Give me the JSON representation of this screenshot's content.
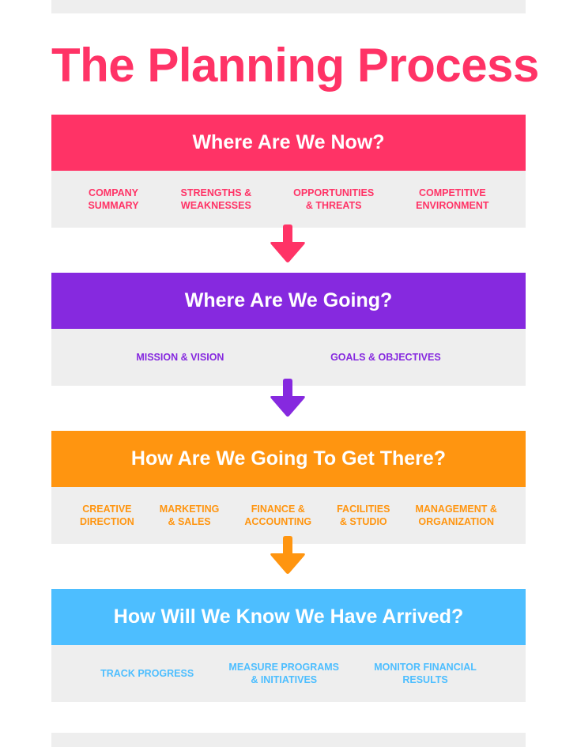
{
  "title": "The Planning Process",
  "colors": {
    "pink": "#ff3366",
    "purple": "#8629df",
    "orange": "#ff9510",
    "blue": "#4dbeff",
    "panel_gray": "#eeeeee"
  },
  "sections": [
    {
      "heading": "Where Are We Now?",
      "color": "#ff3366",
      "items": [
        "COMPANY\nSUMMARY",
        "STRENGTHS &\nWEAKNESSES",
        "OPPORTUNITIES\n& THREATS",
        "COMPETITIVE\nENVIRONMENT"
      ]
    },
    {
      "heading": "Where Are We Going?",
      "color": "#8629df",
      "items": [
        "MISSION & VISION",
        "GOALS & OBJECTIVES"
      ]
    },
    {
      "heading": "How Are We Going To Get There?",
      "color": "#ff9510",
      "items": [
        "CREATIVE\nDIRECTION",
        "MARKETING\n& SALES",
        "FINANCE &\nACCOUNTING",
        "FACILITIES\n& STUDIO",
        "MANAGEMENT &\nORGANIZATION"
      ]
    },
    {
      "heading": "How Will We Know We Have Arrived?",
      "color": "#4dbeff",
      "items": [
        "TRACK PROGRESS",
        "MEASURE PROGRAMS\n& INITIATIVES",
        "MONITOR FINANCIAL\nRESULTS"
      ]
    }
  ],
  "arrows": [
    {
      "icon": "down-arrow-icon",
      "color": "#ff3366"
    },
    {
      "icon": "down-arrow-icon",
      "color": "#8629df"
    },
    {
      "icon": "down-arrow-icon",
      "color": "#ff9510"
    }
  ]
}
